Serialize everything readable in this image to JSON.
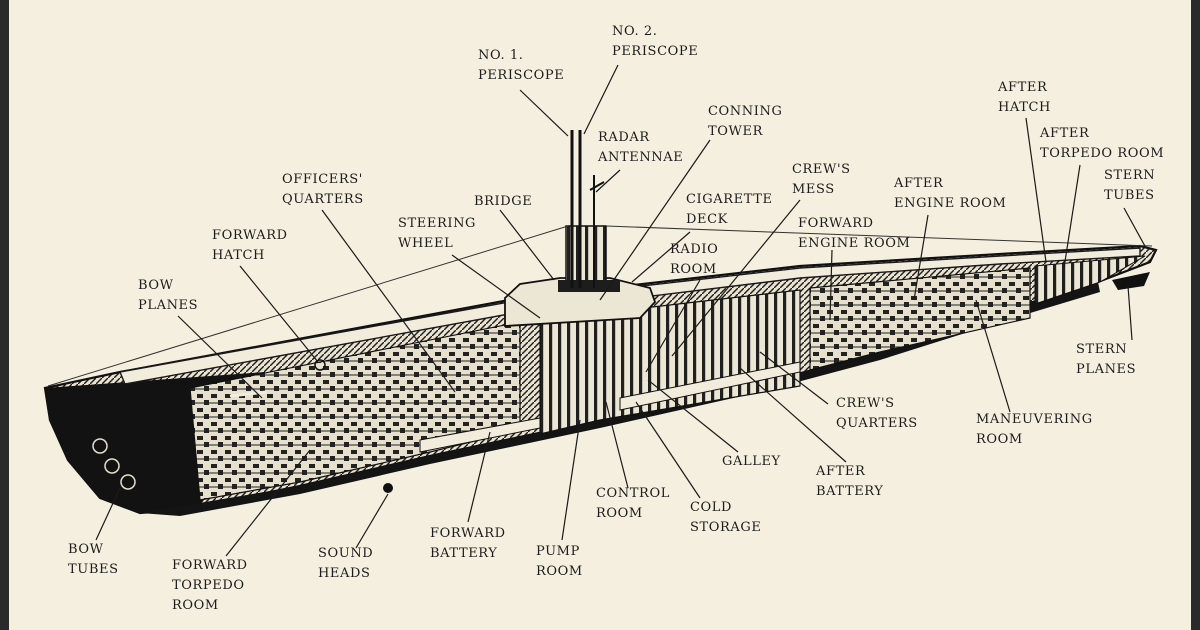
{
  "diagram": {
    "labels": {
      "periscope1": "NO. 1.\nPERISCOPE",
      "periscope2": "NO. 2.\nPERISCOPE",
      "radar": "RADAR\nANTENNAE",
      "conning": "CONNING\nTOWER",
      "officers": "OFFICERS'\nQUARTERS",
      "bridge": "BRIDGE",
      "cigarette": "CIGARETTE\nDECK",
      "crewsmess": "CREW'S\nMESS",
      "afterhatch": "AFTER\nHATCH",
      "aftertorpedo": "AFTER\nTORPEDO ROOM",
      "sterntubes": "STERN\nTUBES",
      "afterengine": "AFTER\nENGINE ROOM",
      "fwdengine": "FORWARD\nENGINE ROOM",
      "steering": "STEERING\nWHEEL",
      "radio": "RADIO\nROOM",
      "fwdhatch": "FORWARD\nHATCH",
      "bowplanes": "BOW\nPLANES",
      "sternplanes": "STERN\nPLANES",
      "crewsquarters": "CREW'S\nQUARTERS",
      "maneuvering": "MANEUVERING\nROOM",
      "galley": "GALLEY",
      "afterbattery": "AFTER\nBATTERY",
      "control": "CONTROL\nROOM",
      "cold": "COLD\nSTORAGE",
      "fwdbattery": "FORWARD\nBATTERY",
      "pump": "PUMP\nROOM",
      "sound": "SOUND\nHEADS",
      "bowtubes": "BOW\nTUBES",
      "fwdtorpedo": "FORWARD\nTORPEDO\nROOM"
    }
  }
}
